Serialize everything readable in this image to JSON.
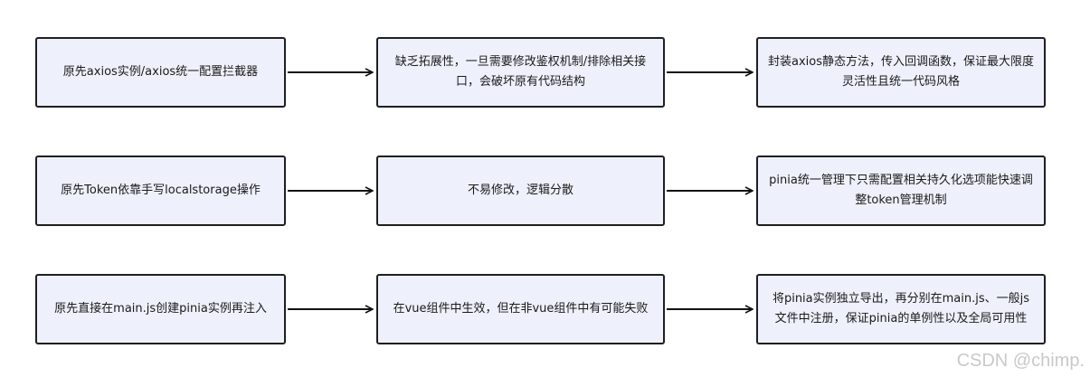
{
  "rows": [
    {
      "source": "原先axios实例/axios统一配置拦截器",
      "problem": "缺乏拓展性，一旦需要修改鉴权机制/排除相关接口，会破坏原有代码结构",
      "solution": "封装axios静态方法，传入回调函数，保证最大限度灵活性且统一代码风格"
    },
    {
      "source": "原先Token依靠手写localstorage操作",
      "problem": "不易修改，逻辑分散",
      "solution": "pinia统一管理下只需配置相关持久化选项能快速调整token管理机制"
    },
    {
      "source": "原先直接在main.js创建pinia实例再注入",
      "problem": "在vue组件中生效，但在非vue组件中有可能失败",
      "solution": "将pinia实例独立导出，再分别在main.js、一般js文件中注册，保证pinia的单例性以及全局可用性"
    }
  ],
  "watermark": "CSDN @chimp."
}
